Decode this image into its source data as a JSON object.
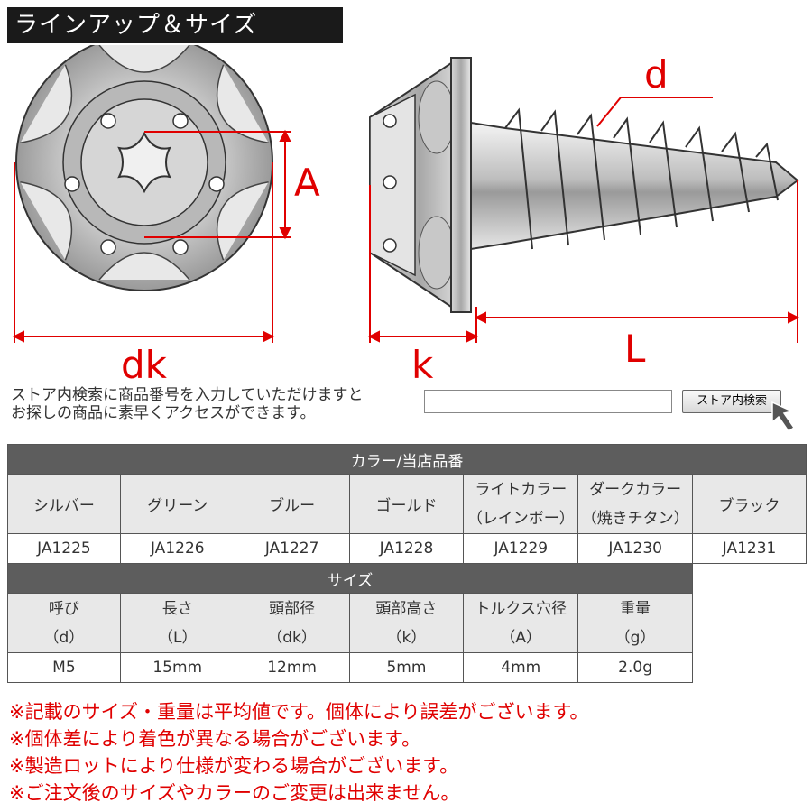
{
  "header": {
    "title": "ラインアップ＆サイズ"
  },
  "diagram": {
    "labels": {
      "A": "A",
      "d": "d",
      "dk": "dk",
      "k": "k",
      "L": "L"
    },
    "accent_color": "#e00000"
  },
  "search": {
    "description_line1": "ストア内検索に商品番号を入力していただけますと",
    "description_line2": "お探しの商品に素早くアクセスができます。",
    "input_value": "",
    "button_label": "ストア内検索"
  },
  "color_table": {
    "section_title": "カラー/当店品番",
    "columns": [
      {
        "line1": "シルバー",
        "line2": ""
      },
      {
        "line1": "グリーン",
        "line2": ""
      },
      {
        "line1": "ブルー",
        "line2": ""
      },
      {
        "line1": "ゴールド",
        "line2": ""
      },
      {
        "line1": "ライトカラー",
        "line2": "（レインボー）"
      },
      {
        "line1": "ダークカラー",
        "line2": "（焼きチタン）"
      },
      {
        "line1": "ブラック",
        "line2": ""
      }
    ],
    "codes": [
      "JA1225",
      "JA1226",
      "JA1227",
      "JA1228",
      "JA1229",
      "JA1230",
      "JA1231"
    ]
  },
  "size_table": {
    "section_title": "サイズ",
    "columns": [
      {
        "line1": "呼び",
        "line2": "（d）"
      },
      {
        "line1": "長さ",
        "line2": "（L）"
      },
      {
        "line1": "頭部径",
        "line2": "（dk）"
      },
      {
        "line1": "頭部高さ",
        "line2": "（k）"
      },
      {
        "line1": "トルクス穴径",
        "line2": "（A）"
      },
      {
        "line1": "重量",
        "line2": "（g）"
      }
    ],
    "values": [
      "M5",
      "15mm",
      "12mm",
      "5mm",
      "4mm",
      "2.0g"
    ]
  },
  "notes": [
    "※記載のサイズ・重量は平均値です。個体により誤差がございます。",
    "※個体差により着色が異なる場合がございます。",
    "※製造ロットにより仕様が変わる場合がございます。",
    "※ご注文後のサイズやカラーのご変更は出来ません。"
  ]
}
